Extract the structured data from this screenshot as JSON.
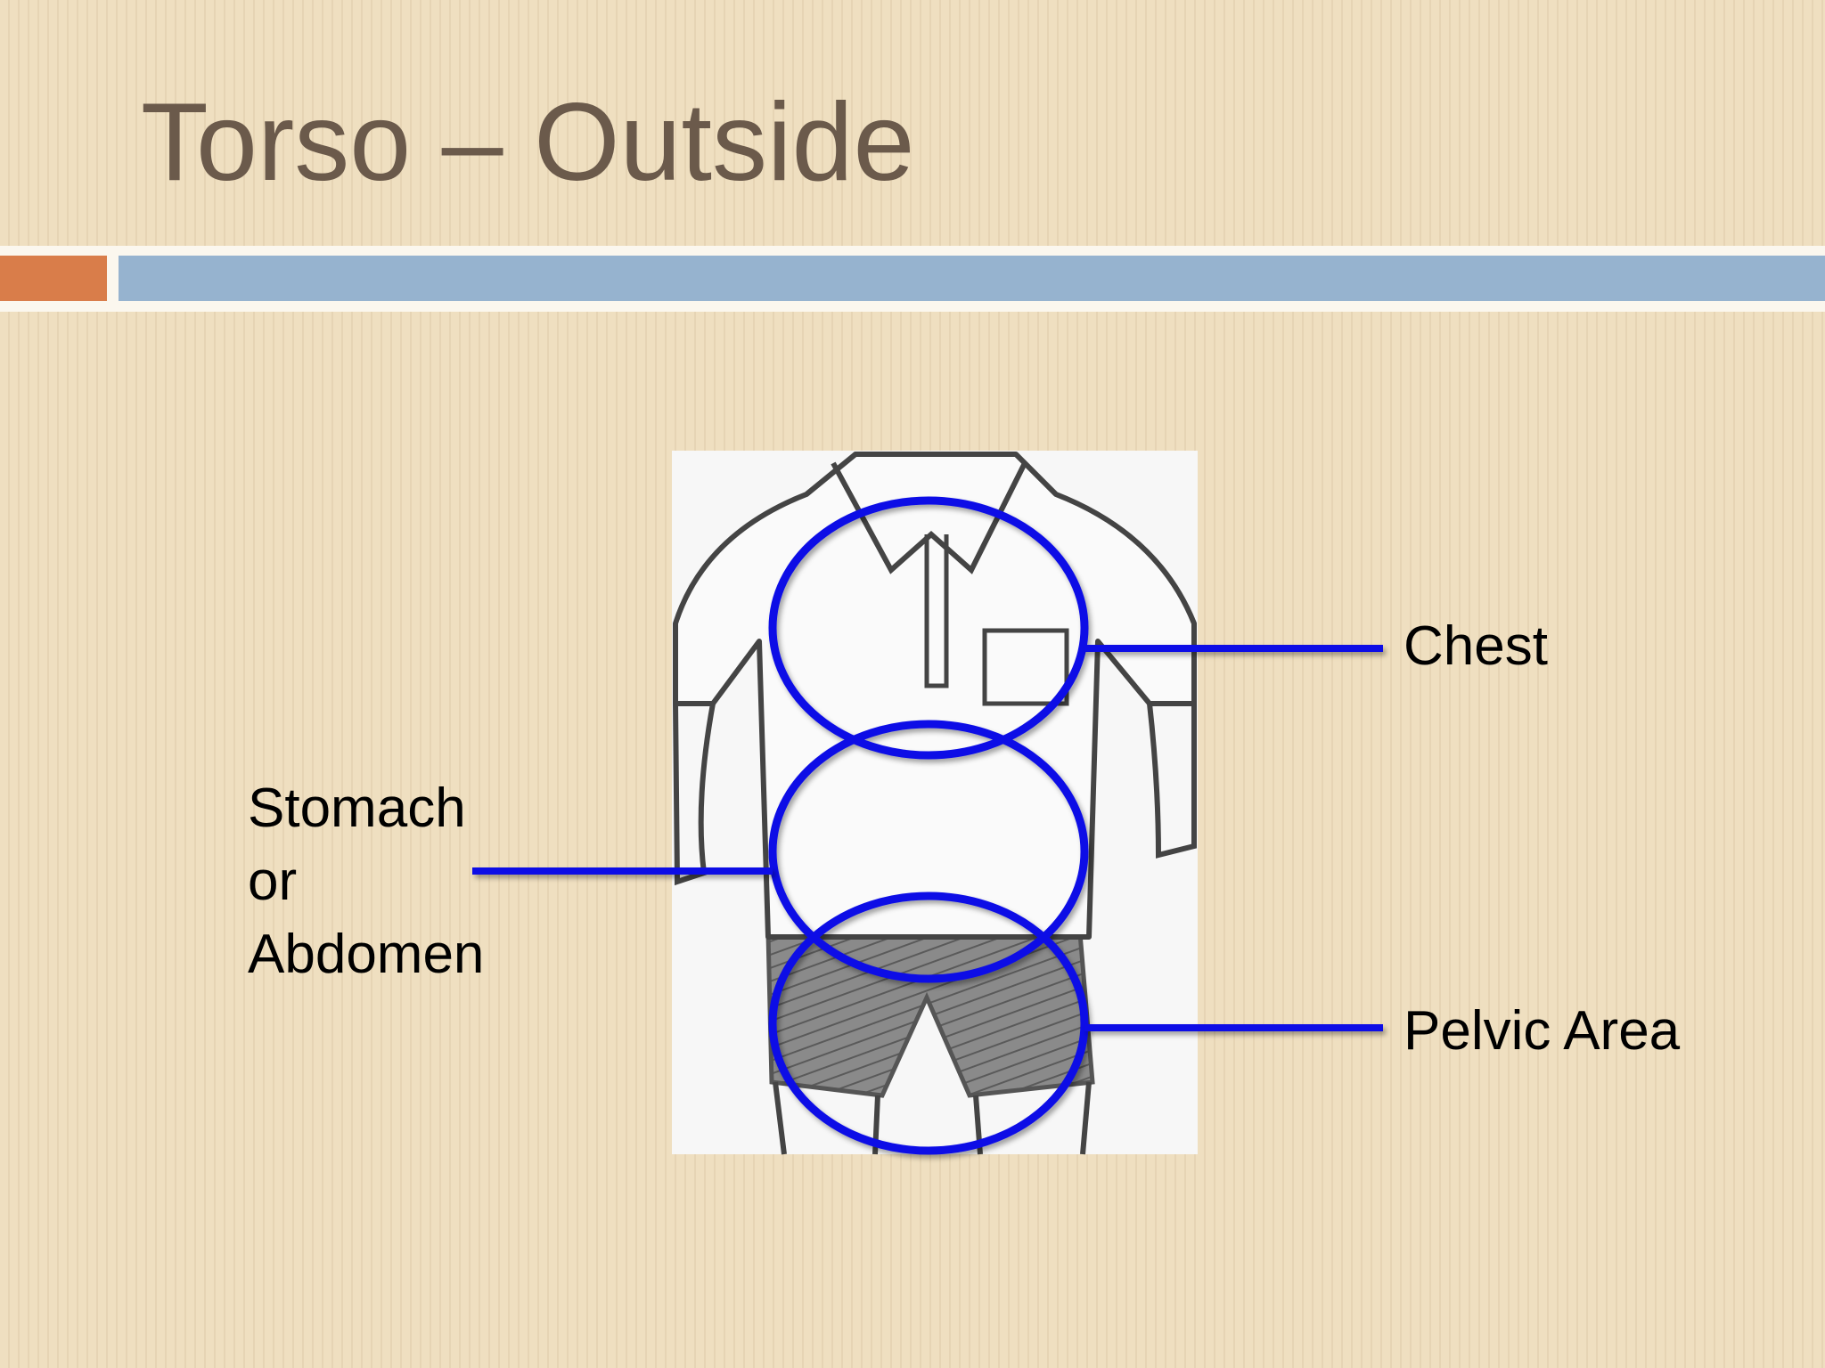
{
  "slide": {
    "title": "Torso – Outside"
  },
  "colors": {
    "background": "#efdfc0",
    "title_text": "#6b5a4b",
    "accent_orange": "#d97d4a",
    "rule_blue": "#96b3cf",
    "callout_blue": "#0a10e6"
  },
  "diagram": {
    "image_alt": "line drawing of a boy's torso wearing a shirt with pocket and shorts",
    "labels": {
      "chest": "Chest",
      "stomach_line1": "Stomach",
      "stomach_line2": "or",
      "stomach_line3": "Abdomen",
      "pelvic": "Pelvic Area"
    }
  }
}
